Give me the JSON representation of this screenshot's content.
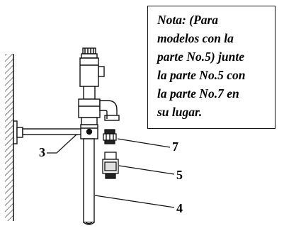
{
  "note": {
    "lines": [
      "Nota: (Para",
      "modelos con la",
      "parte No.5) junte",
      "la parte No.5 con",
      "la parte No.7 en",
      "su lugar."
    ]
  },
  "callouts": {
    "part_3": "3",
    "part_7": "7",
    "part_5": "5",
    "part_4": "4"
  }
}
